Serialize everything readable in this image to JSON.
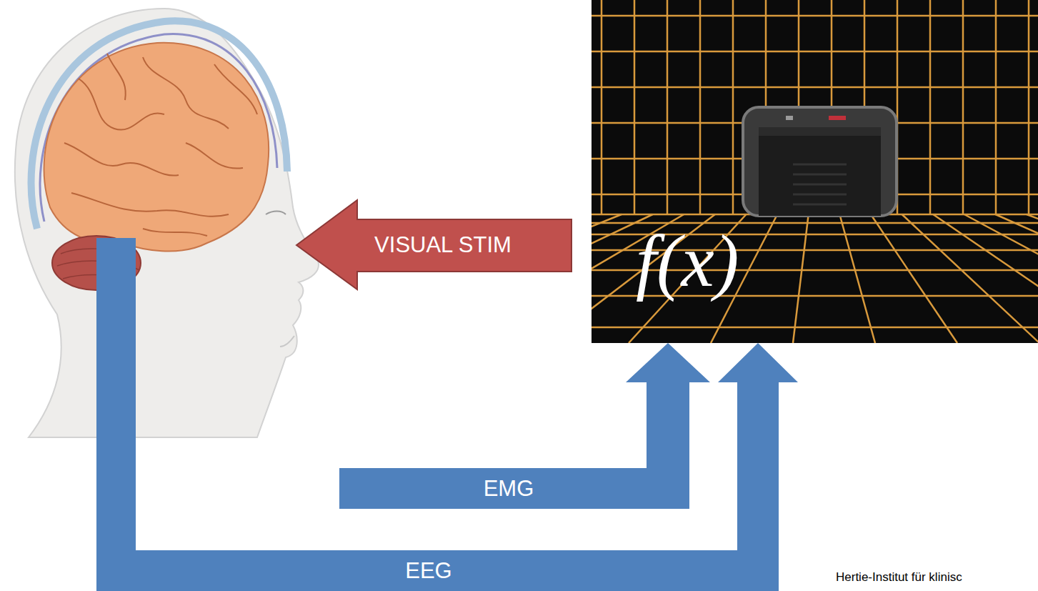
{
  "diagram": {
    "nodes": [
      {
        "text": [
          "f(x)"
        ]
      }
    ],
    "labels": [
      "VISUAL STIM",
      "EMG",
      "EEG",
      "Hertie-Institut für klinisc"
    ]
  }
}
